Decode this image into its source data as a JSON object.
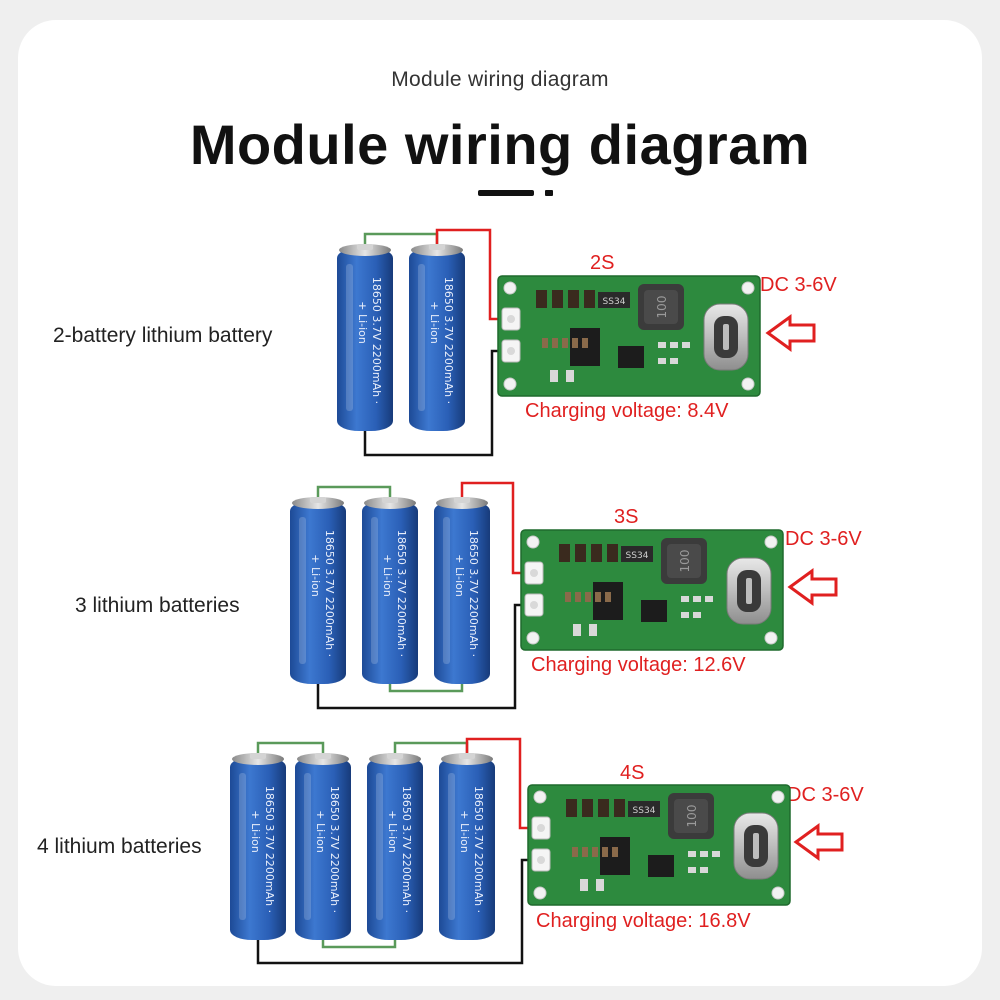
{
  "header": {
    "subtitle": "Module wiring diagram",
    "title": "Module wiring diagram"
  },
  "battery_print": {
    "line1": "+ Li-ion",
    "line2": "18650 3.7V 2200mAh ·"
  },
  "board_print": {
    "inductor": "100",
    "chip": "SS34"
  },
  "rows": [
    {
      "label": "2-battery lithium battery",
      "series": "2S",
      "input": "DC 3-6V",
      "charging": "Charging voltage: 8.4V",
      "battery_count": 2
    },
    {
      "label": "3 lithium batteries",
      "series": "3S",
      "input": "DC 3-6V",
      "charging": "Charging voltage: 12.6V",
      "battery_count": 3
    },
    {
      "label": "4 lithium batteries",
      "series": "4S",
      "input": "DC 3-6V",
      "charging": "Charging voltage: 16.8V",
      "battery_count": 4
    }
  ],
  "colors": {
    "battery": "#2b5fb5",
    "link_wire": "#5a9a5a",
    "positive_wire": "#e02020",
    "negative_wire": "#111111",
    "pcb": "#2d8a3e",
    "arrow": "#e02020"
  }
}
